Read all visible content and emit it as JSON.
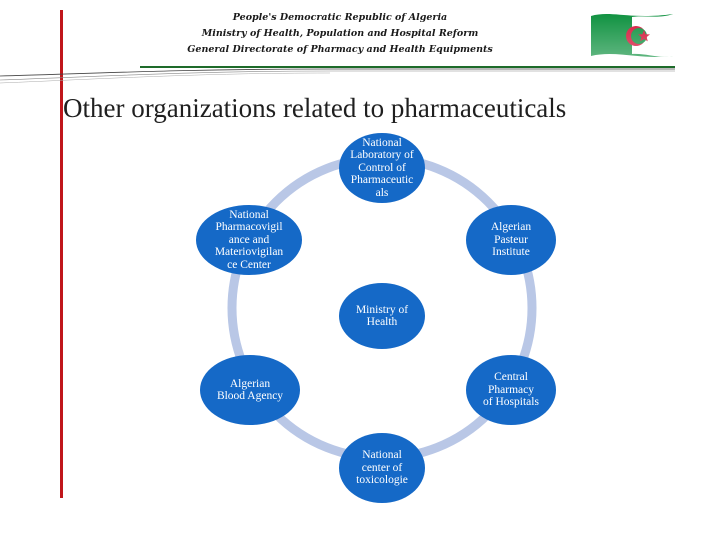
{
  "header": {
    "line1": "People's Democratic  Republic of Algeria",
    "line2": "Ministry of Health, Population and Hospital Reform",
    "line3": "General Directorate of Pharmacy and Health Equipments"
  },
  "slide": {
    "title": "Other organizations related to pharmaceuticals"
  },
  "diagram": {
    "center": "Ministry of\nHealth",
    "nodes": [
      "National\nLaboratory of\nControl of\nPharmaceutic\nals",
      "Algerian\nPasteur\nInstitute",
      "Central\nPharmacy\nof Hospitals",
      "National\ncenter of\ntoxicologie",
      "Algerian\nBlood Agency",
      "National\nPharmacovigil\nance and\nMateriovigilan\nce Center"
    ],
    "node_color": "#1569c7",
    "ring_color": "#b9c7e6"
  },
  "colors": {
    "accent_line": "#c0161b",
    "flag_green": "#0a8f3c",
    "flag_white": "#ffffff",
    "flag_red": "#d21034"
  }
}
